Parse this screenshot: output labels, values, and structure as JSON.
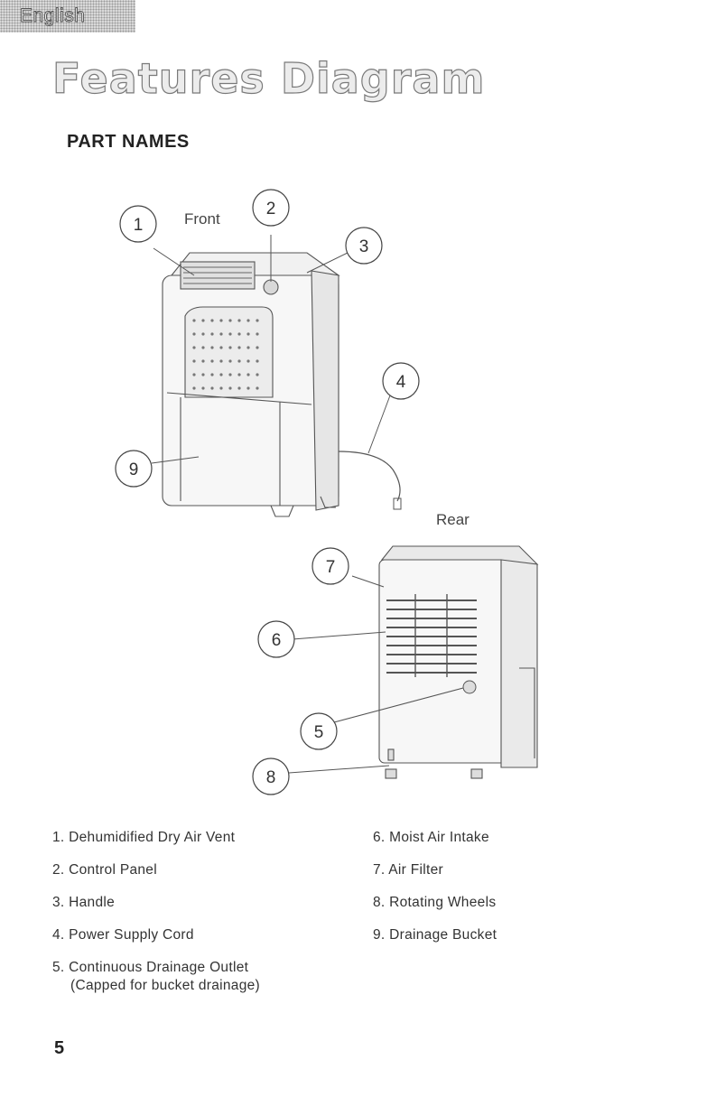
{
  "header": {
    "language_tab": "English"
  },
  "page": {
    "title": "Features Diagram",
    "section": "PART NAMES",
    "page_number": "5"
  },
  "diagram": {
    "front_label": "Front",
    "rear_label": "Rear",
    "callouts": [
      "1",
      "2",
      "3",
      "4",
      "5",
      "6",
      "7",
      "8",
      "9"
    ]
  },
  "parts": {
    "left": [
      {
        "num": "1.",
        "label": "Dehumidified Dry Air Vent",
        "sub": ""
      },
      {
        "num": "2.",
        "label": "Control Panel",
        "sub": ""
      },
      {
        "num": "3.",
        "label": "Handle",
        "sub": ""
      },
      {
        "num": "4.",
        "label": "Power Supply Cord",
        "sub": ""
      },
      {
        "num": "5.",
        "label": "Continuous Drainage Outlet",
        "sub": "(Capped for bucket drainage)"
      }
    ],
    "right": [
      {
        "num": "6.",
        "label": "Moist Air Intake"
      },
      {
        "num": "7.",
        "label": "Air Filter"
      },
      {
        "num": "8.",
        "label": "Rotating Wheels"
      },
      {
        "num": "9.",
        "label": "Drainage Bucket"
      }
    ]
  }
}
